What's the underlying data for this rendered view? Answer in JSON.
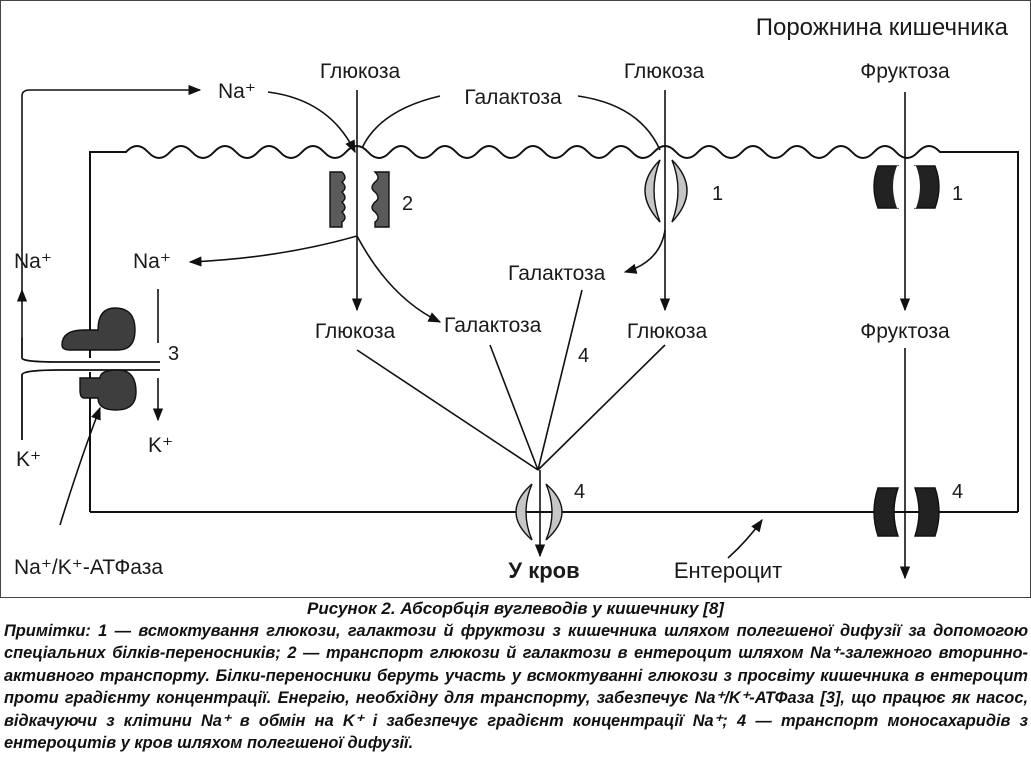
{
  "diagram": {
    "lumen_title": "Порожнина кишечника",
    "cell_label": "Ентероцит",
    "to_blood": "У кров",
    "atpase_label": "Na⁺/K⁺-АТФаза",
    "labels": {
      "glucose_top_left": "Глюкоза",
      "galactose_top": "Галактоза",
      "glucose_top_mid": "Глюкоза",
      "fructose_top": "Фруктоза",
      "na_top": "Na⁺",
      "na_left": "Na⁺",
      "na_inner": "Na⁺",
      "k_left": "K⁺",
      "k_inner": "K⁺",
      "galactose_mid": "Галактоза",
      "glucose_mid_left": "Глюкоза",
      "galactose_mid_left": "Галактоза",
      "glucose_mid_right": "Глюкоза",
      "fructose_mid": "Фруктоза"
    },
    "numbers": {
      "n_sglt": "2",
      "n_glut_mid": "1",
      "n_glut_fru": "1",
      "n_atpase": "3",
      "n_four_mid": "4",
      "n_four_base": "4",
      "n_four_fru": "4"
    },
    "colors": {
      "sglt_fill": "#5a5a5a",
      "glut_fill": "#c6c6c6",
      "fructose_carrier_fill": "#222222",
      "atpase_fill": "#3e3e3e"
    }
  },
  "caption": {
    "title": "Рисунок 2. Абсорбція вуглеводів у кишечнику [8]",
    "notes": "Примітки: 1 — всмоктування глюкози, галактози й фруктози з кишечника шляхом полегшеної дифузії за допомогою спеціальних білків-переносників; 2 — транспорт глюкози й галактози в ентероцит шляхом Na⁺-залежного вторинно-активного транспорту. Білки-переносники беруть участь у всмоктуванні глюкози з просвіту кишечника в ентероцит проти градієнту концентрації. Енергію, необхідну для транспорту, забезпечує Na⁺/K⁺-АТФаза [3], що працює як насос, відкачуючи з клітини Na⁺ в обмін на K⁺ і забезпечує градієнт концентрації Na⁺; 4 — транспорт моносахаридів з ентероцитів у кров шляхом полегшеної дифузії."
  }
}
